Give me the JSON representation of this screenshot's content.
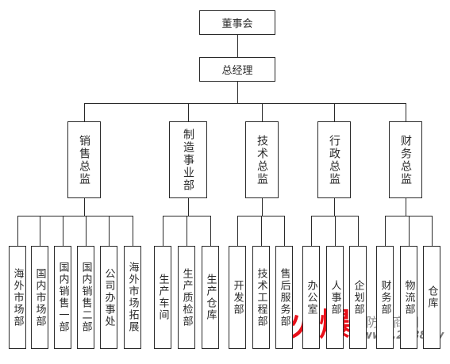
{
  "org": {
    "board": "董事会",
    "gm": "总经理",
    "departments": [
      {
        "name": "销售总监",
        "children": [
          "海外市场部",
          "国内市场部",
          "国内销售一部",
          "国内销售二部",
          "公司办事处",
          "海外市场拓展"
        ]
      },
      {
        "name": "制造事业部",
        "children": [
          "生产车间",
          "生产质检部",
          "生产仓库"
        ]
      },
      {
        "name": "技术总监",
        "children": [
          "开发部",
          "技术工程部",
          "售后服务部"
        ]
      },
      {
        "name": "行政总监",
        "children": [
          "办公室",
          "人事部",
          "企划部"
        ]
      },
      {
        "name": "财务总监",
        "children": [
          "财务部",
          "物流部",
          "仓库"
        ]
      }
    ]
  },
  "watermark": {
    "logo_text": "火爆",
    "site_name": "安防招商网",
    "site_url": "www.2588.tv",
    "logo_color": "#e8101a"
  },
  "colors": {
    "line": "#2a2a2a",
    "text": "#2a2a2a",
    "background": "#ffffff"
  }
}
